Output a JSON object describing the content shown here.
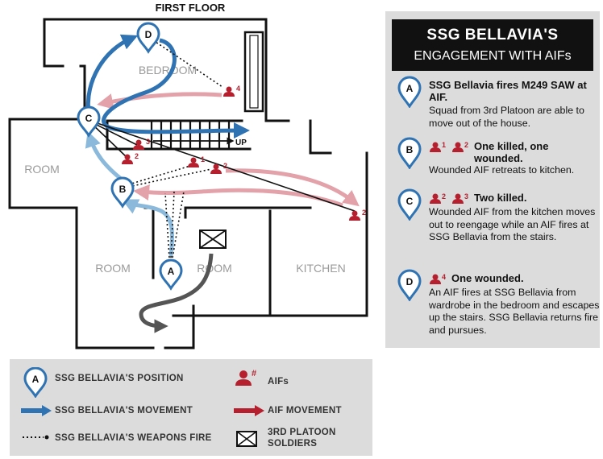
{
  "diagram": {
    "floor_label": "FIRST FLOOR",
    "rooms": {
      "bedroom": "BEDROOM",
      "room_left": "ROOM",
      "room_mid": "ROOM",
      "room_center": "ROOM",
      "kitchen": "KITCHEN"
    },
    "stairs_label": "UP",
    "positions": [
      "A",
      "B",
      "C",
      "D"
    ],
    "aif_numbers": [
      "1",
      "2",
      "2",
      "2",
      "3",
      "4"
    ]
  },
  "panel": {
    "title": "SSG BELLAVIA'S",
    "subtitle": "ENGAGEMENT WITH AIFs",
    "steps": [
      {
        "letter": "A",
        "head": "SSG Bellavia fires M249 SAW at AIF.",
        "text": "Squad from 3rd Platoon are able to move out of the house."
      },
      {
        "letter": "B",
        "aifs": [
          "1",
          "2"
        ],
        "head": "One killed, one wounded.",
        "text": "Wounded AIF retreats to kitchen."
      },
      {
        "letter": "C",
        "aifs": [
          "2",
          "3"
        ],
        "head": "Two killed.",
        "text": "Wounded AIF from the kitchen moves out to reengage while an AIF fires at SSG Bellavia from the stairs."
      },
      {
        "letter": "D",
        "aifs": [
          "4"
        ],
        "head": "One wounded.",
        "text": "An AIF fires at SSG Bellavia from wardrobe in the bedroom and escapes up the stairs. SSG Bellavia returns fire and pursues."
      }
    ]
  },
  "legend": {
    "pin_letter": "A",
    "position": "SSG BELLAVIA'S POSITION",
    "aif_symbol": "#",
    "aifs": "AIFs",
    "movement": "SSG BELLAVIA'S MOVEMENT",
    "aif_movement": "AIF MOVEMENT",
    "weapons_fire": "SSG BELLAVIA'S WEAPONS FIRE",
    "platoon_line1": "3RD PLATOON",
    "platoon_line2": "SOLDIERS"
  },
  "colors": {
    "blue_dark": "#2f73b3",
    "blue_light": "#8bb9dc",
    "aif_red": "#b61f2d",
    "aif_pink": "#e3a2a9",
    "gray_path": "#555555",
    "wall": "#111111"
  }
}
